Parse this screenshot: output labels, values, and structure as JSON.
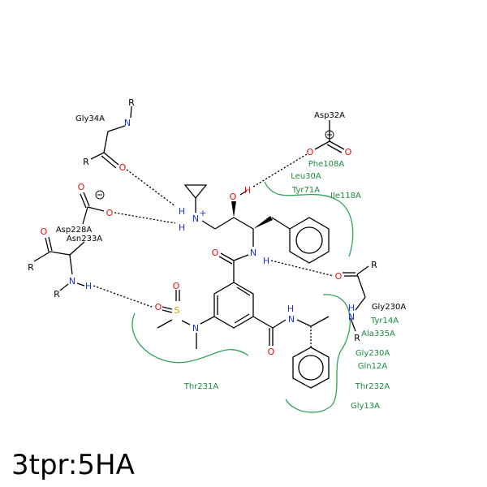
{
  "title": "3tpr:5HA",
  "atoms": {
    "r1": "R",
    "r2": "R",
    "r3": "R",
    "r4": "R",
    "r5": "R",
    "r6": "R",
    "n1": "N",
    "n2": "N",
    "n3": "N",
    "n4": "N",
    "n5": "N",
    "n6": "N",
    "n7": "N",
    "h1": "H",
    "h2": "H",
    "h3": "H",
    "h4": "H",
    "h5": "H",
    "h6": "H",
    "h7": "H",
    "o1": "O",
    "o2": "O",
    "o3": "O",
    "o4": "O",
    "o5": "O",
    "o6": "O",
    "o7": "O",
    "o8": "O",
    "o9": "O",
    "o10": "O",
    "o11": "O",
    "s1": "S",
    "plus": "+"
  },
  "residues_black": {
    "gly34a": "Gly34A",
    "asp32a": "Asp32A",
    "asp228a": "Asp228A",
    "asn233a": "Asn233A",
    "gly230a_top": "Gly230A"
  },
  "residues_green": {
    "phe108a": "Phe108A",
    "leu30a": "Leu30A",
    "tyr71a": "Tyr71A",
    "ile118a": "Ile118A",
    "tyr14a": "Tyr14A",
    "ala335a": "Ala335A",
    "gly230a": "Gly230A",
    "gln12a": "Gln12A",
    "thr232a": "Thr232A",
    "gly13a": "Gly13A",
    "thr231a": "Thr231A"
  }
}
